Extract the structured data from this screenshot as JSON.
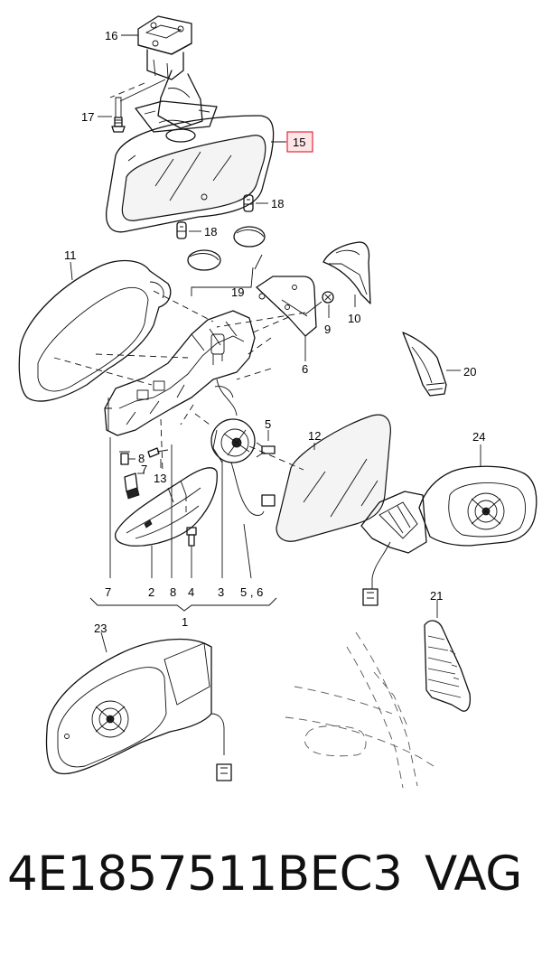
{
  "callouts": {
    "c1": "1",
    "c2": "2",
    "c3": "3",
    "c4": "4",
    "c56": "5 , 6",
    "c5": "5",
    "c6": "6",
    "c7a": "7",
    "c7b": "7",
    "c8a": "8",
    "c8b": "8",
    "c9": "9",
    "c10": "10",
    "c11": "11",
    "c12": "12",
    "c13": "13",
    "c15": "15",
    "c16": "16",
    "c17": "17",
    "c18a": "18",
    "c18b": "18",
    "c19": "19",
    "c20": "20",
    "c21": "21",
    "c23": "23",
    "c24": "24"
  },
  "highlight_color": "#e0001b",
  "caption": {
    "part_number": "4E1857511BEC3",
    "brand": "VAG"
  }
}
